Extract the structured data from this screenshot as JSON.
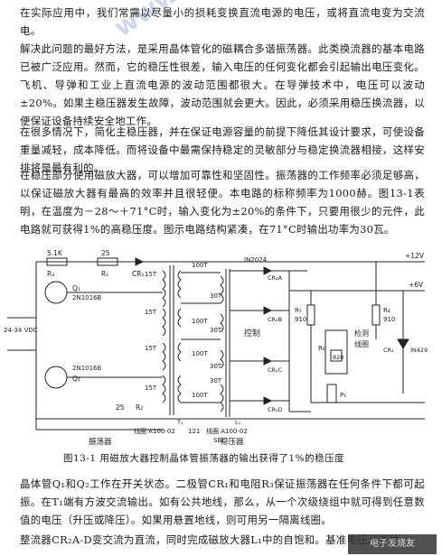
{
  "paragraphs": [
    "在实际应用中，我们常需以尽量小的损耗变换直流电源的电压，或将直流电变为交流电。",
    "解决此问题的最好方法，是采用晶体管化的磁耦合多谐振荡器。此类换流器的基本电路已被广泛应用。然而，它的稳压性很差，输入电压的任何变化都会引起输出电压变化。飞机、导弹和工业上直流电源的波动范围都很大。在导弹技术中，电压可以波动±20%。如果主稳压器发生故障，波动范围就会更大。因此，必须采用稳压换流器，以便保证设备持续安全地工作。",
    "在很多情况下，简化主稳压器，并在保证电源容量的前提下降低其设计要求，可使设备重量减轻，成本降低。而将设备中最需保持稳定的灵敏部分与稳定换流器相接，这样安排将是最有利的。",
    "在稳压部分使用磁放大器，可以增加可靠性和坚固性。振荡器的工作频率必须足够高，以保证磁放大器有最高的效率并且很轻便。本电路的标称频率为1000赫。图13-1表明，在温度为－28～＋71°C时，输入变化为±20%的条件下，只要用很少的元件，此电路就可获得1%的高稳压度。图示电路结构紧凑，在71°C时输出功率为30瓦。",
    "晶体管Q₁和Q₂工作在开关状态。二极管CR₁和电阻R₃保证振荡器在任何条件下都可起振。在T₁端有方波交流输出。如有公共地线，那么，从一个次级绕组中就可得到任意数值的电压（升压或降压）。如果用悬置地线，则可用另一隔离线圈。",
    "整流器CR₂A-D变交流为直流，同时完成磁放大器L₁中的自饱和。基准电压从齐纳"
  ],
  "watermark": "www.elecfans.com",
  "corner_logo": "电子发烧友",
  "figure": {
    "caption": "图13-1  用磁放大器控制晶体管振荡器的输出获得了1%的稳压度",
    "labels": {
      "r3": "5.1K",
      "r3_name": "R₃",
      "r1": "25",
      "r1_name": "R₁",
      "cr1": "CR₁",
      "q1": "Q₁",
      "q1_part": "2N1016B",
      "q2": "Q₂",
      "q2_part": "2N1016B",
      "r2": "25",
      "r2_name": "R₂",
      "t15a": "15T",
      "t15b": "15T",
      "t15c": "15T",
      "t15d": "15T",
      "t100a": "100T",
      "t100b": "100T",
      "t100c": "100T",
      "t100d": "100T",
      "t30a": "30T",
      "t30b": "30T",
      "t30c": "30T",
      "t30d": "30T",
      "vin": "24-34 VDC",
      "in2024": "IN2024",
      "cr2a": "CR₂A",
      "cr2b": "CR₂B",
      "cr2c": "CR₂C",
      "cr2d": "CR₂D",
      "control": "控制",
      "r5": "R₅",
      "r5v": "910",
      "r4": "R₄",
      "r4v": "910",
      "r6": "R₆",
      "r6v": "820",
      "sense": "检测",
      "sense2": "线圈",
      "cr3": "CR₃",
      "in429": "IN429",
      "p1": "P₁",
      "out12": "+12V",
      "out6": "+6V",
      "coil_a": "线圈 A100-02",
      "coil_121": "121",
      "coil_b": "线圈 A100-02",
      "t1": "T₁",
      "l1": "L₁",
      "sbl": "SBL",
      "oscillator": "振荡器",
      "regulator": "稳压器"
    }
  }
}
